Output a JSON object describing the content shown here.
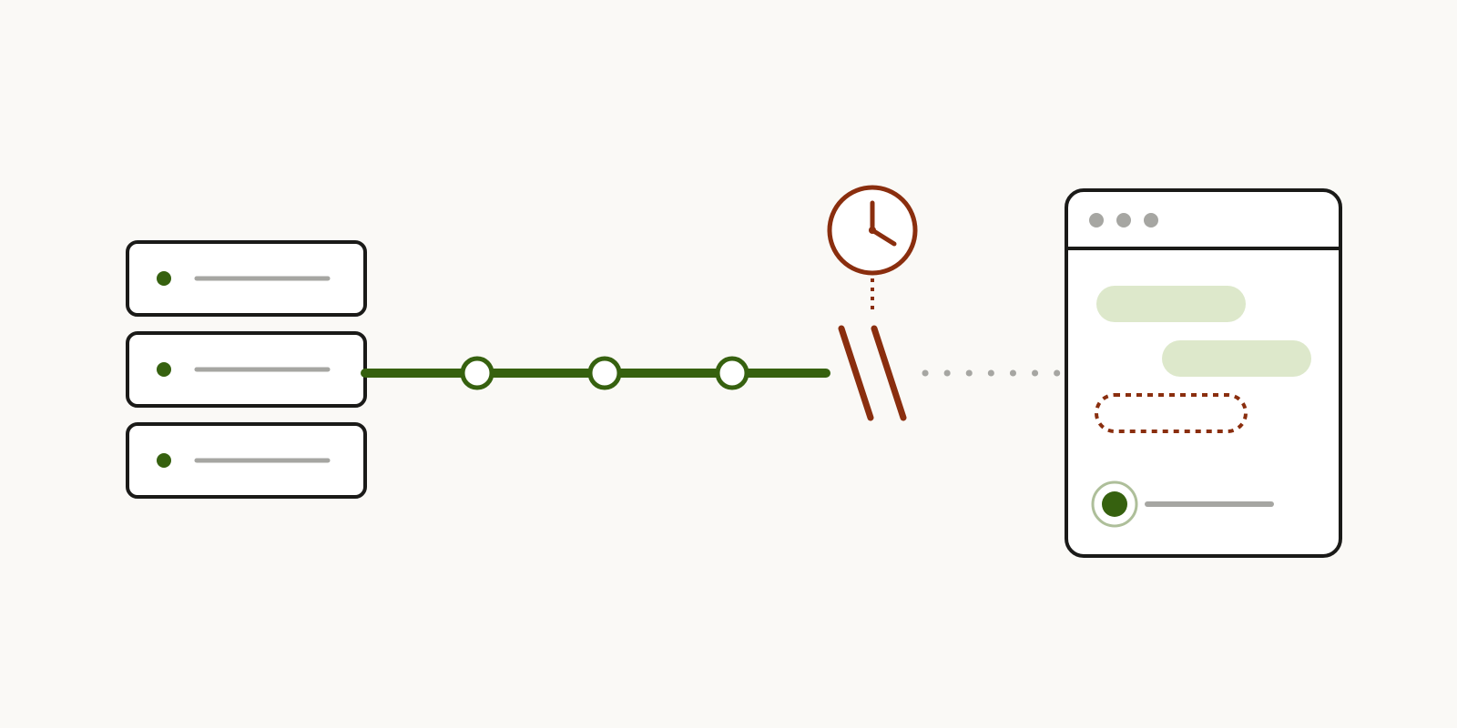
{
  "colors": {
    "background": "#faf9f6",
    "outline": "#1a1a18",
    "accent_green": "#36610f",
    "accent_red": "#8a2e0e",
    "muted_gray": "#a6a6a2",
    "pale_green": "#dde8cb",
    "halo_green": "#aebf9a",
    "panel_fill": "#ffffff"
  },
  "icons": {
    "servers": "server-stack-icon",
    "clock": "clock-icon",
    "break": "connection-break-icon",
    "browser": "browser-window-icon",
    "status": "status-dot-icon"
  },
  "servers": [
    {
      "status": "online"
    },
    {
      "status": "online"
    },
    {
      "status": "online"
    }
  ],
  "connection": {
    "checkpoints": 3,
    "state": "interrupted",
    "resume_dots": 7
  },
  "client": {
    "window_controls": 3,
    "messages": [
      {
        "type": "received",
        "align": "left"
      },
      {
        "type": "received",
        "align": "right"
      },
      {
        "type": "pending",
        "align": "left"
      }
    ],
    "status_indicator": "active"
  }
}
